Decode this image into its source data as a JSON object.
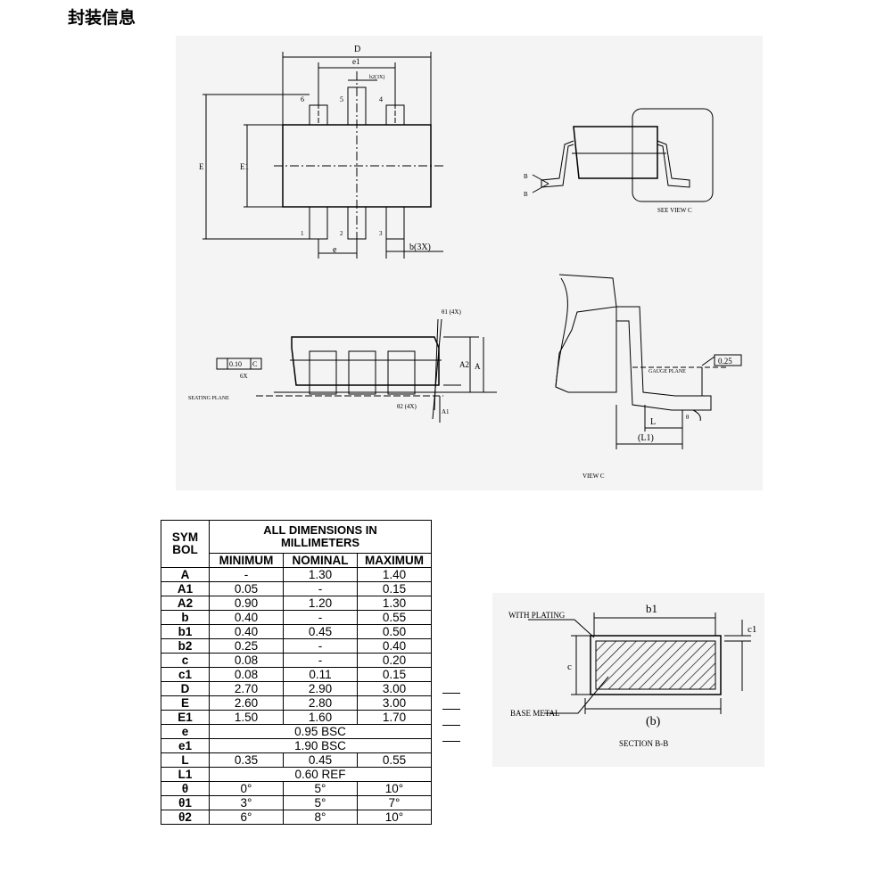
{
  "title": "封装信息",
  "table": {
    "sym_header": "SYM\nBOL",
    "dims_header": "ALL DIMENSIONS IN MILLIMETERS",
    "col_min": "MINIMUM",
    "col_nom": "NOMINAL",
    "col_max": "MAXIMUM",
    "rows": [
      {
        "sym": "A",
        "min": "-",
        "nom": "1.30",
        "max": "1.40"
      },
      {
        "sym": "A1",
        "min": "0.05",
        "nom": "-",
        "max": "0.15"
      },
      {
        "sym": "A2",
        "min": "0.90",
        "nom": "1.20",
        "max": "1.30"
      },
      {
        "sym": "b",
        "min": "0.40",
        "nom": "-",
        "max": "0.55"
      },
      {
        "sym": "b1",
        "min": "0.40",
        "nom": "0.45",
        "max": "0.50"
      },
      {
        "sym": "b2",
        "min": "0.25",
        "nom": "-",
        "max": "0.40"
      },
      {
        "sym": "c",
        "min": "0.08",
        "nom": "-",
        "max": "0.20"
      },
      {
        "sym": "c1",
        "min": "0.08",
        "nom": "0.11",
        "max": "0.15"
      },
      {
        "sym": "D",
        "min": "2.70",
        "nom": "2.90",
        "max": "3.00"
      },
      {
        "sym": "E",
        "min": "2.60",
        "nom": "2.80",
        "max": "3.00"
      },
      {
        "sym": "E1",
        "min": "1.50",
        "nom": "1.60",
        "max": "1.70"
      },
      {
        "sym": "e",
        "span": "0.95 BSC"
      },
      {
        "sym": "e1",
        "span": "1.90 BSC"
      },
      {
        "sym": "L",
        "min": "0.35",
        "nom": "0.45",
        "max": "0.55"
      },
      {
        "sym": "L1",
        "span": "0.60 REF"
      },
      {
        "sym": "θ",
        "min": "0°",
        "nom": "5°",
        "max": "10°"
      },
      {
        "sym": "θ1",
        "min": "3°",
        "nom": "5°",
        "max": "7°"
      },
      {
        "sym": "θ2",
        "min": "6°",
        "nom": "8°",
        "max": "10°"
      }
    ]
  },
  "drawing": {
    "D": "D",
    "e1": "e1",
    "b2": "b2(3X)",
    "E": "E",
    "E1": "E1",
    "e": "e",
    "b3x": "b(3X)",
    "pin6": "6",
    "pin5": "5",
    "pin4": "4",
    "pin1": "1",
    "pin2": "2",
    "pin3": "3",
    "B1": "B",
    "B2": "B",
    "see_view": "SEE VIEW C",
    "theta1": "θ1 (4X)",
    "theta2": "θ2 (4X)",
    "A2": "A2",
    "A": "A",
    "A1": "A1",
    "tol": "0.10",
    "tol_ref": "C",
    "sixx": "6X",
    "seating": "SEATING PLANE",
    "gauge": "GAUGE PLANE",
    "gauge_val": "0.25",
    "L": "L",
    "L1": "(L1)",
    "theta": "θ",
    "view_c": "VIEW C"
  },
  "section": {
    "with_plating": "WITH PLATING",
    "b1": "b1",
    "c1": "c1",
    "c": "c",
    "base_metal": "BASE METAL",
    "b": "(b)",
    "caption": "SECTION B-B"
  }
}
